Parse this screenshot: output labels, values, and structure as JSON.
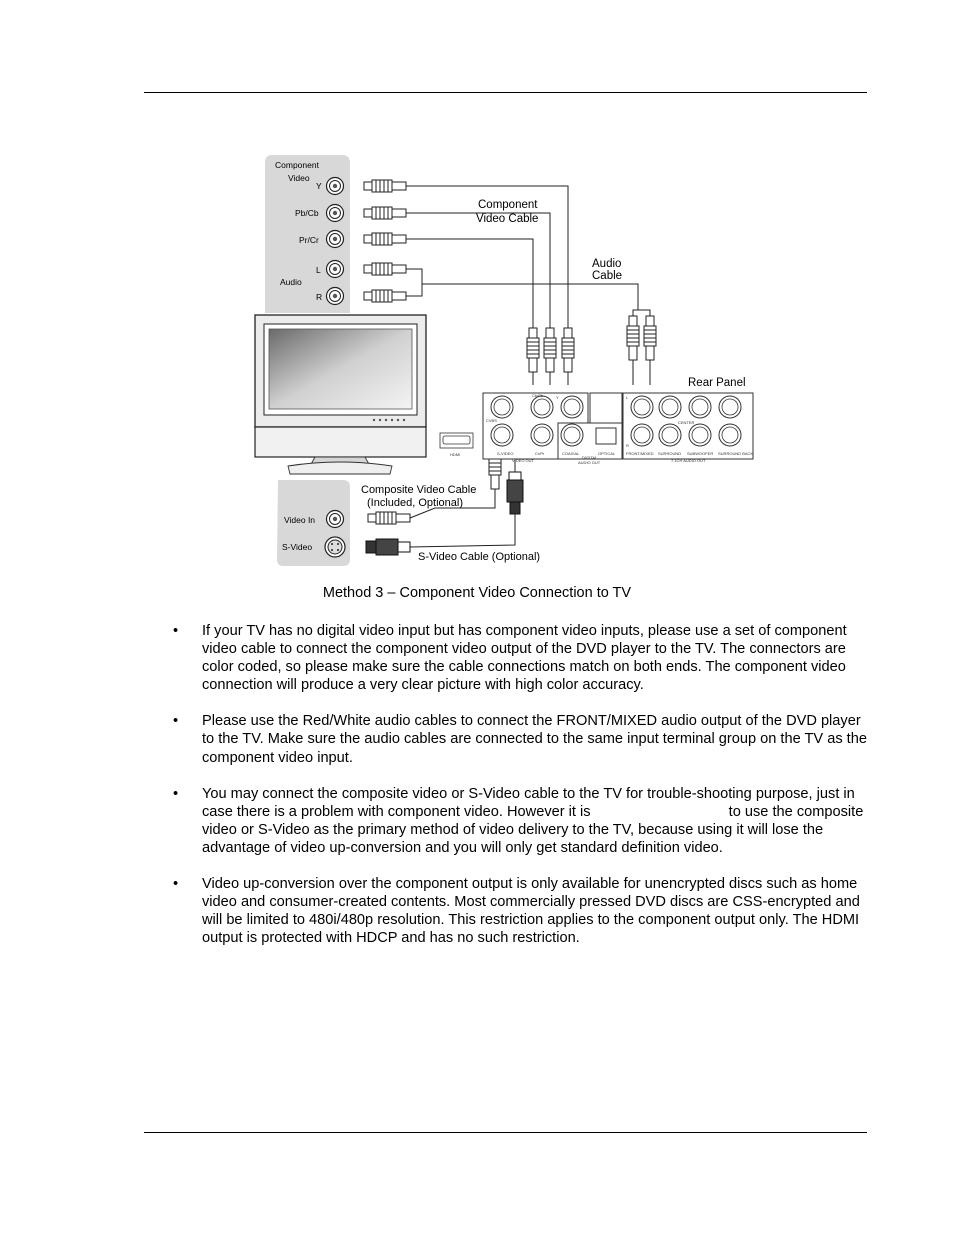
{
  "figure": {
    "tv_panel_top_labels": {
      "component": "Component",
      "video": "Video",
      "y": "Y",
      "pb": "Pb/Cb",
      "pr": "Pr/Cr",
      "l": "L",
      "audio": "Audio",
      "r": "R"
    },
    "tv_panel_bottom_labels": {
      "video_in": "Video In",
      "s_video": "S-Video"
    },
    "cable_labels": {
      "component_1": "Component",
      "component_2": "Video Cable",
      "audio_1": "Audio",
      "audio_2": "Cable",
      "composite_1": "Composite Video Cable",
      "composite_2": "(Included, Optional)",
      "svideo": "S-Video Cable (Optional)"
    },
    "rear_panel": {
      "title": "Rear Panel",
      "hdmi": "HDMI",
      "video_out": "VIDEO OUT",
      "s_video": "S-VIDEO",
      "cvbs": "CVBS",
      "pb": "Cb/Pb",
      "pr": "Cr/Pr",
      "y": "Y",
      "coaxial": "COAXIAL",
      "optical": "OPTICAL",
      "digital": "DIGITAL",
      "audio_out": "AUDIO OUT",
      "front_mixed": "FRONT/MIXED",
      "surround": "SURROUND",
      "subwoofer": "SUBWOOFER",
      "surround_back": "SURROUND BACK",
      "center": "CENTER",
      "ch_audio_out": "7.1CH AUDIO OUT",
      "l": "L",
      "r": "R"
    }
  },
  "caption": "Method 3 – Component Video Connection to TV",
  "bullets": [
    {
      "text": "If your TV has no digital video input but has component video inputs, please use a set of component video cable to connect the component video output of the DVD player to the TV. The connectors are color coded, so please make sure the cable connections match on both ends.  The component video connection will produce a very clear picture with high color accuracy."
    },
    {
      "text": "Please use the Red/White audio cables to connect the FRONT/MIXED audio output of the DVD player to the TV.  Make sure the audio cables are connected to the same input terminal group on the TV as the component video input."
    },
    {
      "before": "You may connect the composite video or S-Video cable to the TV for trouble-shooting purpose, just in case there is a problem with component video.  However it is",
      "after": "to use the composite video or S-Video as the primary method of video delivery to the TV, because using it will lose the advantage of video up-conversion and you will only get standard definition video."
    },
    {
      "text": "Video up-conversion over the component output is only available for unencrypted discs such as home video and consumer-created contents.  Most commercially pressed DVD discs are CSS-encrypted and will be limited to 480i/480p resolution.  This restriction applies to the component output only.  The HDMI output is protected with HDCP and has no such restriction."
    }
  ]
}
